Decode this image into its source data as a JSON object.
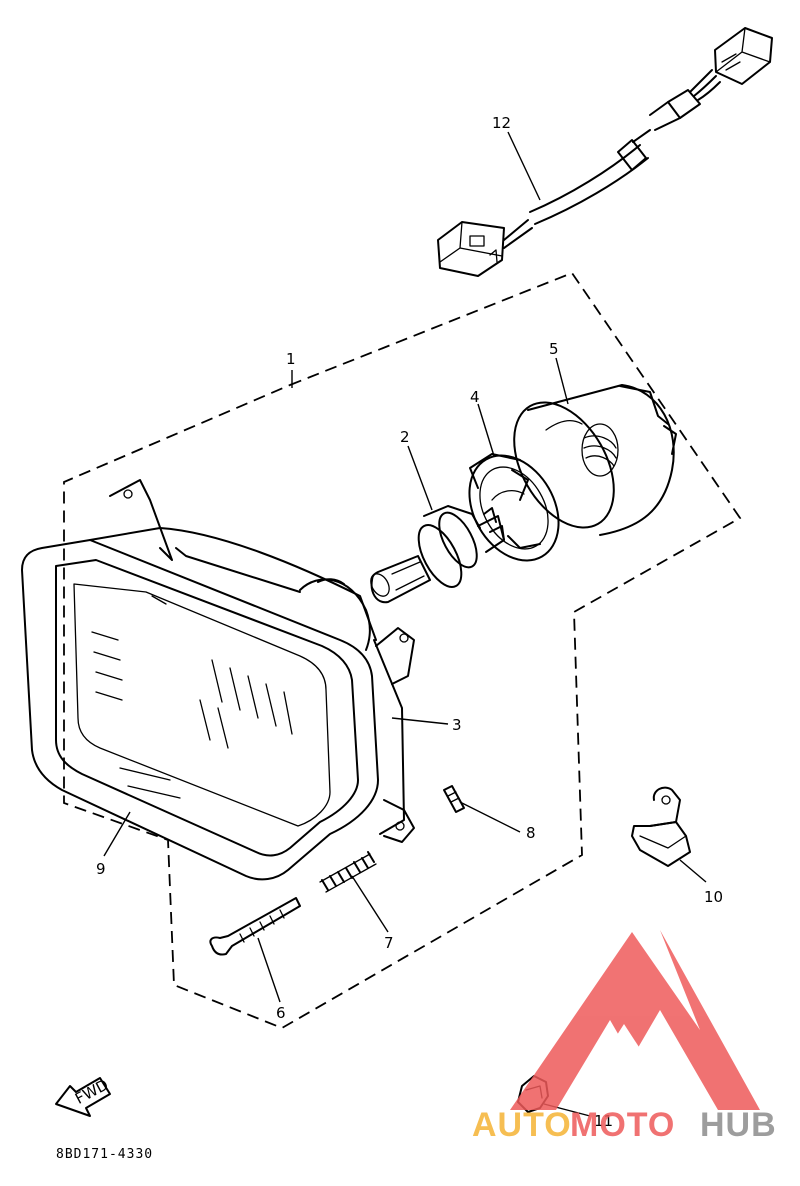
{
  "diagram": {
    "callouts": {
      "c1": "1",
      "c2": "2",
      "c3": "3",
      "c4": "4",
      "c5": "5",
      "c6": "6",
      "c7": "7",
      "c8": "8",
      "c9": "9",
      "c10": "10",
      "c11": "11",
      "c12": "12"
    },
    "direction_arrow": "FWD",
    "part_code": "8BD171-4330"
  },
  "watermark": {
    "brand_part_a": "AUTO",
    "brand_part_b": "MOTO",
    "brand_part_c": "HUB",
    "colors": {
      "orange": "#f5b335",
      "red": "#ee5a5a",
      "gray": "#8c8c8c"
    }
  }
}
